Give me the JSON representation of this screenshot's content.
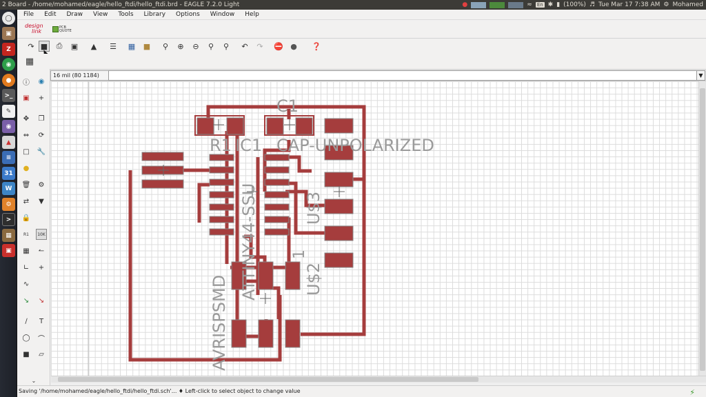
{
  "window": {
    "title": "2 Board - /home/mohamed/eagle/hello_ftdi/hello_ftdi.brd - EAGLE 7.2.0 Light"
  },
  "tray": {
    "battery": "(100%)",
    "datetime": "Tue Mar 17  7:38 AM",
    "user": "Mohamed",
    "keyboard": "En"
  },
  "menu": [
    "File",
    "Edit",
    "Draw",
    "View",
    "Tools",
    "Library",
    "Options",
    "Window",
    "Help"
  ],
  "designlink": {
    "logo_line1": "design",
    "logo_line2": "link",
    "pcb_line1": "PCB",
    "pcb_line2": "QUOTE"
  },
  "commandbar": {
    "coordinate": "16 mil (80 1184)",
    "command_value": ""
  },
  "board": {
    "labels": {
      "c1_name": "C1",
      "c1_value": "CAP-UNPOLARIZED",
      "ic1_name": "IC1",
      "r1_name": "R1",
      "ic1_value": "ATTINY44-SSU",
      "u3_name": "U$3",
      "u2_name": "U$2",
      "u1_name": "1",
      "avr_value": "AVRISPSMD"
    },
    "colors": {
      "copper": "#a53d3d",
      "pad_outline": "#888888",
      "label": "#9a9a9a",
      "grid": "#dcdcdc",
      "background": "#ffffff"
    }
  },
  "status": {
    "message": "Saving '/home/mohamed/eagle/hello_ftdi/hello_ftdi.sch'...  ♦ Left-click to select object to change value"
  },
  "launcher_icons": [
    "ubuntu-dash-icon",
    "files-icon",
    "filezilla-icon",
    "chrome-icon",
    "firefox-icon",
    "terminal-icon",
    "text-editor-icon",
    "gimp-icon",
    "popcorn-icon",
    "network-icon",
    "calendar-icon",
    "writer-icon",
    "settings-icon",
    "terminal2-icon",
    "archive-icon",
    "software-center-icon"
  ]
}
